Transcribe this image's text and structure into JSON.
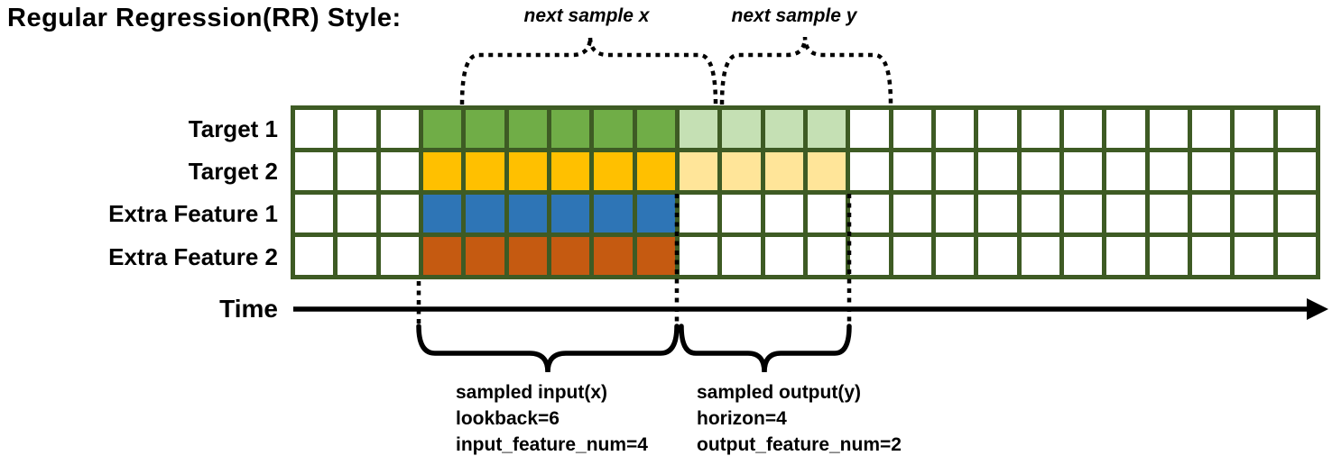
{
  "title": "Regular Regression(RR) Style:",
  "annotations": {
    "next_sample_x": "next sample x",
    "next_sample_y": "next sample y",
    "time_label": "Time"
  },
  "sampled_input": {
    "title": "sampled input(x)",
    "lookback": "lookback=6",
    "feature_num": "input_feature_num=4"
  },
  "sampled_output": {
    "title": "sampled output(y)",
    "horizon": "horizon=4",
    "feature_num": "output_feature_num=2"
  },
  "grid": {
    "columns": 24,
    "lead_empty_cols": 3,
    "lookback_cols": 6,
    "horizon_cols": 4,
    "border_color": "#3E5B24",
    "empty_color": "#FFFFFF",
    "line_color": "#000000",
    "rows": [
      {
        "label": "Target 1",
        "input_color": "#70AD47",
        "output_color": "#C5E0B4"
      },
      {
        "label": "Target 2",
        "input_color": "#FFC000",
        "output_color": "#FFE599"
      },
      {
        "label": "Extra Feature 1",
        "input_color": "#2E75B6",
        "output_color": null
      },
      {
        "label": "Extra Feature 2",
        "input_color": "#C55A11",
        "output_color": null
      }
    ]
  }
}
